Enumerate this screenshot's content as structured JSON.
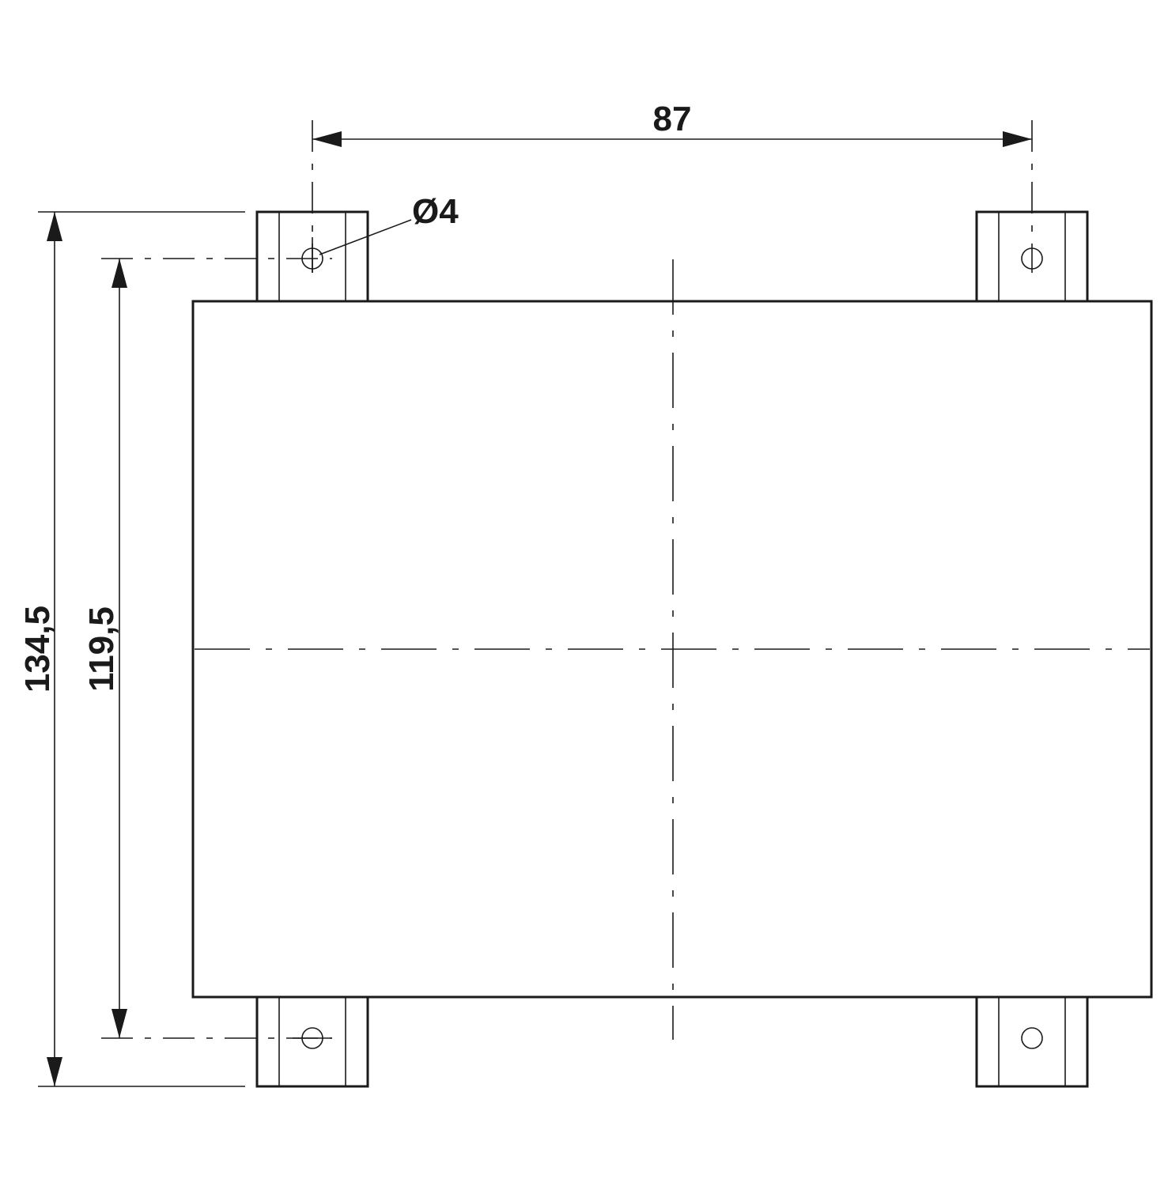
{
  "drawing": {
    "dimensions": {
      "hole_spacing_horizontal": "87",
      "hole_diameter": "Ø4",
      "overall_height": "134,5",
      "hole_spacing_vertical": "119,5"
    },
    "colors": {
      "line": "#1a1a1a",
      "background": "#ffffff"
    }
  }
}
